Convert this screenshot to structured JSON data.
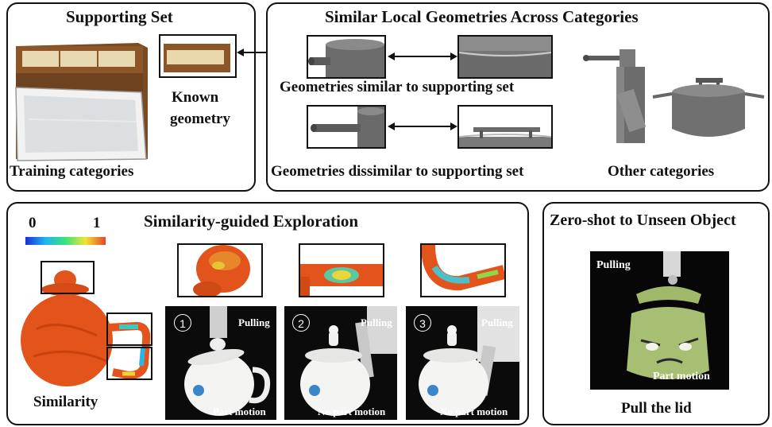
{
  "panels": {
    "supporting": {
      "title": "Supporting Set",
      "known_geometry_line1": "Known",
      "known_geometry_line2": "geometry",
      "training_categories": "Training categories"
    },
    "similar": {
      "title": "Similar Local Geometries Across Categories",
      "similar_caption": "Geometries similar to supporting set",
      "dissimilar_caption": "Geometries dissimilar to supporting set",
      "other_categories": "Other categories"
    },
    "exploration": {
      "title": "Similarity-guided Exploration",
      "colorbar_min": "0",
      "colorbar_max": "1",
      "similarity_label": "Similarity",
      "steps": [
        {
          "number": "1",
          "action": "Pulling",
          "result": "Part motion"
        },
        {
          "number": "2",
          "action": "Pulling",
          "result": "No part motion"
        },
        {
          "number": "3",
          "action": "Pulling",
          "result": "No part motion"
        }
      ]
    },
    "zeroshot": {
      "title": "Zero-shot to Unseen Object",
      "action": "Pulling",
      "result": "Part motion",
      "caption": "Pull the lid"
    }
  },
  "colors": {
    "low_similarity": "#1a2dd6",
    "high_similarity": "#e8442a",
    "mesh_orange": "#e2541c",
    "wood": "#8a5426",
    "cabinet_glass": "#dfe2e4"
  }
}
